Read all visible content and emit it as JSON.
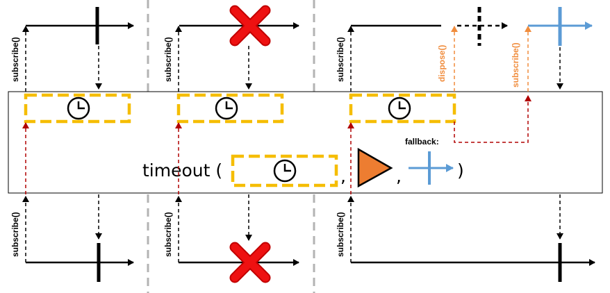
{
  "operator": {
    "name": "timeout (",
    "separator_1": ",",
    "separator_2": ",",
    "close": ")"
  },
  "labels": {
    "subscribe": "subscribe()",
    "dispose": "dispose()",
    "fallback": "fallback:"
  },
  "colors": {
    "timer_box": "#f5bd00",
    "error_cross": "#ee1111",
    "fallback_arrow": "#b00000",
    "dispose_orange": "#f08c3c",
    "fallback_blue": "#5b9bd5",
    "triangle_fill": "#ed7d31",
    "separator": "#b3b3b3"
  },
  "icons": [
    "clock-icon",
    "error-cross-icon",
    "triangle-icon",
    "completion-marker-icon"
  ]
}
